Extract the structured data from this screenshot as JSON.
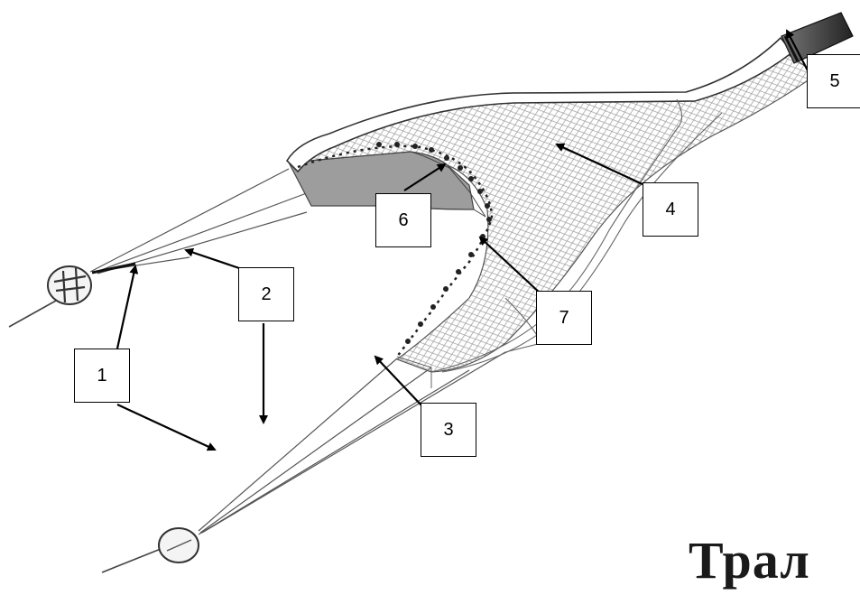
{
  "title": "Трал",
  "labels": [
    "1",
    "2",
    "3",
    "4",
    "5",
    "6",
    "7"
  ],
  "colors": {
    "ink": "#000000",
    "net": "#7a7a7a",
    "mesh": "#b8b8b8",
    "float_band": "#ffffff"
  }
}
